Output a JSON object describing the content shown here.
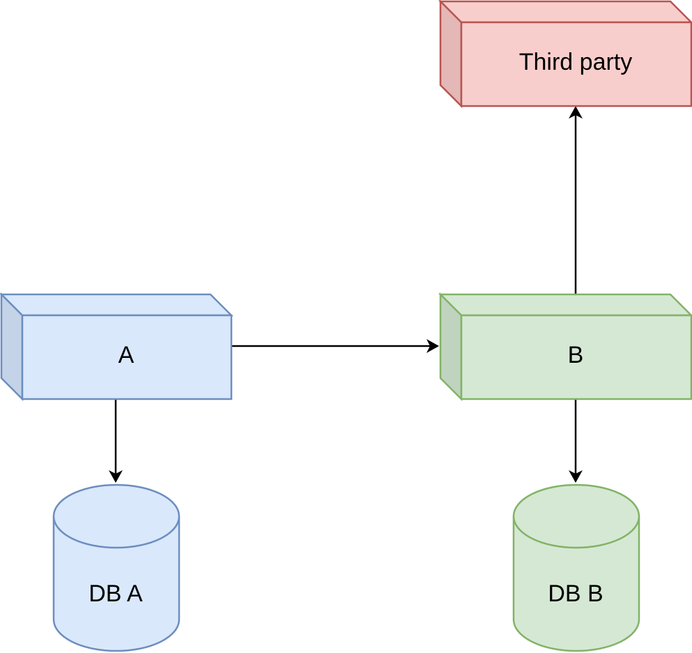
{
  "nodes": {
    "third_party": {
      "label": "Third party",
      "kind": "3d-box",
      "fill": "#f8cecc",
      "side": "#e3b8b6",
      "stroke": "#b85450"
    },
    "a": {
      "label": "A",
      "kind": "3d-box",
      "fill": "#dae8fc",
      "side": "#c5d3e8",
      "stroke": "#6c8ebf"
    },
    "b": {
      "label": "B",
      "kind": "3d-box",
      "fill": "#d5e8d4",
      "side": "#c0d3bf",
      "stroke": "#82b366"
    },
    "db_a": {
      "label": "DB A",
      "kind": "cylinder",
      "fill": "#dae8fc",
      "stroke": "#6c8ebf"
    },
    "db_b": {
      "label": "DB B",
      "kind": "cylinder",
      "fill": "#d5e8d4",
      "stroke": "#82b366"
    }
  },
  "edges": [
    {
      "from": "a",
      "to": "b"
    },
    {
      "from": "b",
      "to": "third_party"
    },
    {
      "from": "a",
      "to": "db_a"
    },
    {
      "from": "b",
      "to": "db_b"
    }
  ],
  "edge_color": "#000000"
}
